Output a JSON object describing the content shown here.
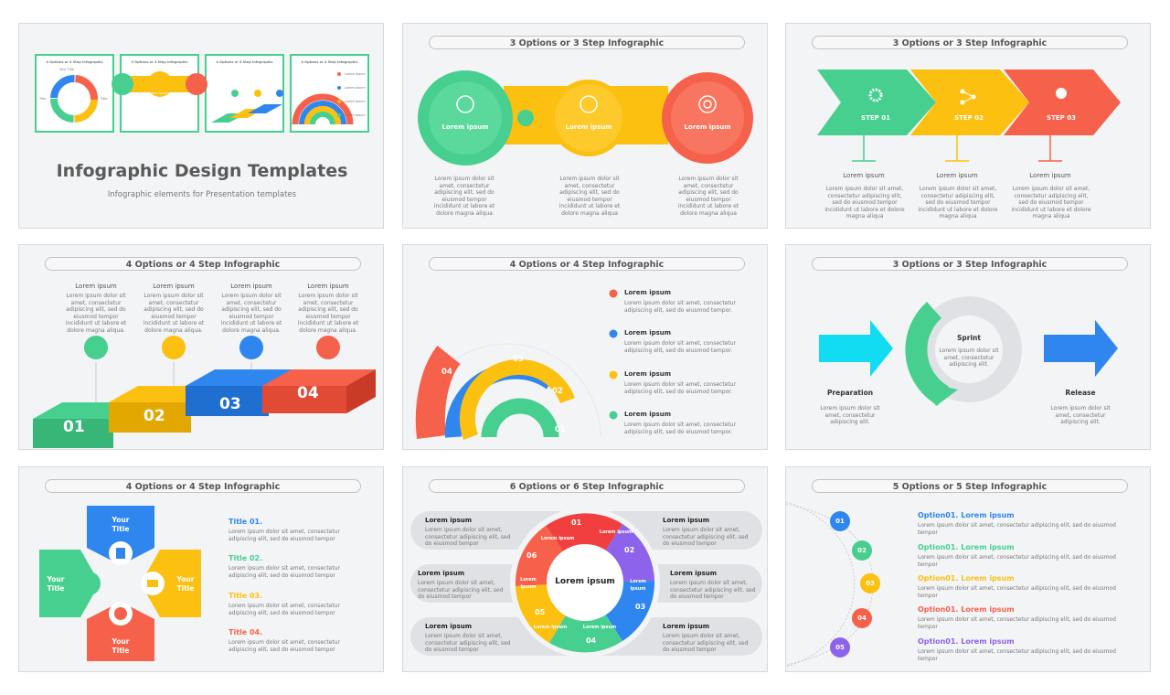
{
  "colors": {
    "green": "#47cf8f",
    "yellow": "#fcc010",
    "red": "#f5614b",
    "blue": "#2f86ee",
    "cyan": "#12dcf2",
    "purple": "#8d63ec",
    "gray": "#dfe1e4"
  },
  "s1": {
    "title": "Infographic Design Templates",
    "subtitle": "Infographic elements for Presentation templates",
    "thumbs": [
      "4 Options or 4 Step Infographic",
      "3 Options or 3 Step Infographic",
      "4 Options or 4 Step Infographic",
      "4 Options or 4 Step Infographic"
    ],
    "thumb_text": {
      "your_title": "Your Title",
      "title_short": "Title",
      "lorem": "Lorem Ipsum",
      "lorem_small": "Lorem ipsum"
    }
  },
  "s2": {
    "title": "3 Options or 3 Step Infographic",
    "label": "Lorem ipsum",
    "body": "Lorem ipsum dolor sit amet, consectetur adipiscing elit, sed do eiusmod tempor incididunt ut labore et dolore magna aliqua"
  },
  "s3": {
    "title": "3 Options or 3 Step Infographic",
    "steps": [
      "STEP 01",
      "STEP 02",
      "STEP 03"
    ],
    "label": "Lorem ipsum",
    "body": "Lorem ipsum dolor sit amet, consectetur adipiscing elit, sed do eiusmod tempor incididunt ut labore et dolore magna aliqua"
  },
  "s4": {
    "title": "4 Options or 4 Step Infographic",
    "label": "Lorem ipsum",
    "body": "Lorem ipsum dolor sit amet, consectetur adipiscing elit, sed do eiusmod tempor incididunt ut labore et dolore magna aliqua.",
    "nums": [
      "01",
      "02",
      "03",
      "04"
    ]
  },
  "s5": {
    "title": "4 Options or 4 Step Infographic",
    "nums": [
      "01",
      "02",
      "03",
      "04"
    ],
    "label": "Lorem ipsum",
    "body": "Lorem ipsum dolor sit amet, consectetur adipiscing elit, sed do eiusmod tempor."
  },
  "s6": {
    "title": "3 Options or 3 Step Infographic",
    "prep": "Preparation",
    "sprint": "Sprint",
    "release": "Release",
    "body": "Lorem ipsum dolor sit amet, consectetur adipiscing elit."
  },
  "s7": {
    "title": "4 Options or 4 Step Infographic",
    "your": "Your",
    "title_word": "Title",
    "items": [
      "Title 01.",
      "Title 02.",
      "Title 03.",
      "Title 04."
    ],
    "body": "Lorem ipsum dolor sit amet, consectetur adipiscing elit, sed do eiusmod tempor"
  },
  "s8": {
    "title": "6 Options or 6 Step Infographic",
    "center": "Lorem ipsum",
    "seg": "Lorem ipsum",
    "label": "Lorem ipsum",
    "body": "Lorem ipsum dolor sit amet, consectetur adipiscing elit, sed do eiusmod tempor",
    "nums": [
      "01",
      "02",
      "03",
      "04",
      "05",
      "06"
    ]
  },
  "s9": {
    "title": "5 Options or 5 Step Infographic",
    "nums": [
      "01",
      "02",
      "03",
      "04",
      "05"
    ],
    "option": "Option01. Lorem ipsum",
    "body": "Lorem ipsum dolor sit amet, consectetur adipiscing elit, sed do eiusmod tempor"
  }
}
